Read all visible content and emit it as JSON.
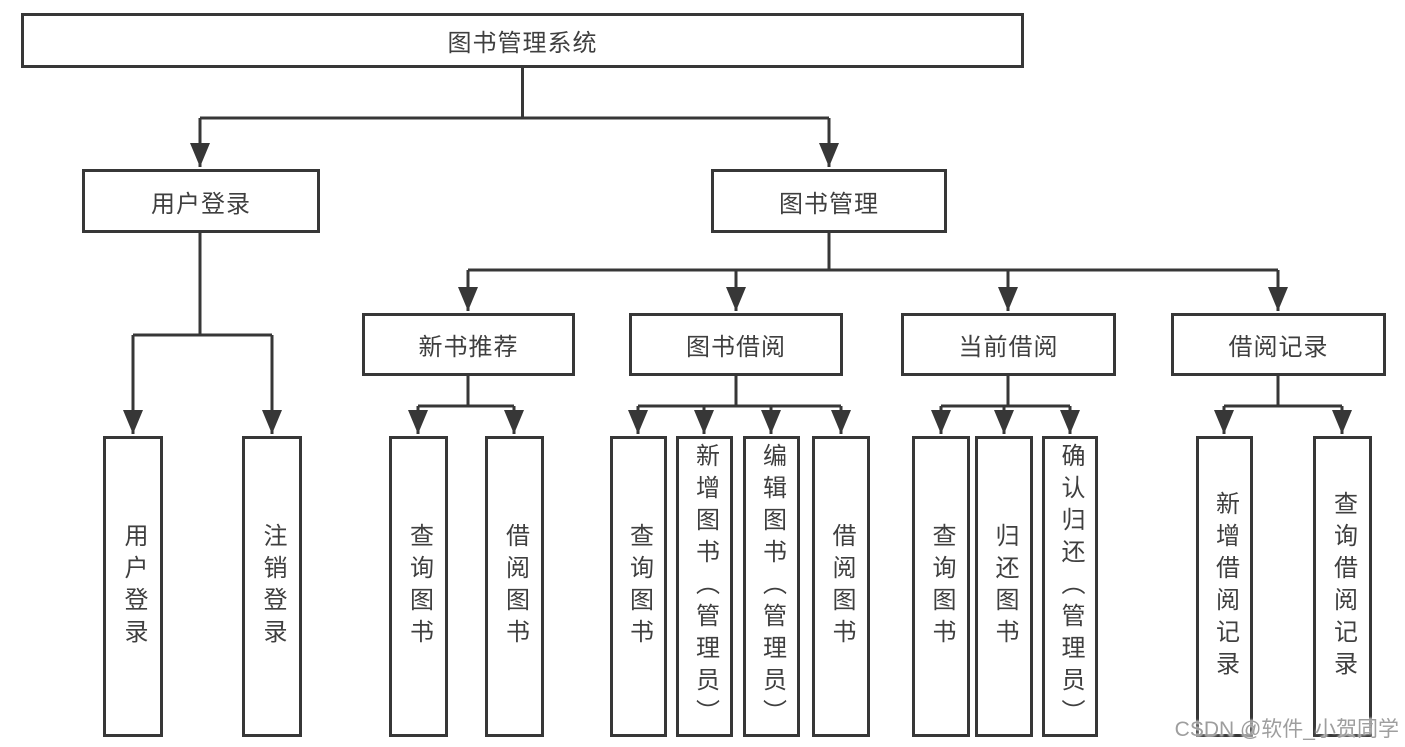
{
  "diagram_type": "hierarchy-tree",
  "tree": {
    "root": {
      "label": "图书管理系统",
      "children": [
        {
          "label": "用户登录",
          "children": [
            {
              "label": "用户登录"
            },
            {
              "label": "注销登录"
            }
          ]
        },
        {
          "label": "图书管理",
          "children": [
            {
              "label": "新书推荐",
              "children": [
                {
                  "label": "查询图书"
                },
                {
                  "label": "借阅图书"
                }
              ]
            },
            {
              "label": "图书借阅",
              "children": [
                {
                  "label": "查询图书"
                },
                {
                  "label": "新增图书（管理员）"
                },
                {
                  "label": "编辑图书（管理员）"
                },
                {
                  "label": "借阅图书"
                }
              ]
            },
            {
              "label": "当前借阅",
              "children": [
                {
                  "label": "查询图书"
                },
                {
                  "label": "归还图书"
                },
                {
                  "label": "确认归还（管理员）"
                }
              ]
            },
            {
              "label": "借阅记录",
              "children": [
                {
                  "label": "新增借阅记录"
                },
                {
                  "label": "查询借阅记录"
                }
              ]
            }
          ]
        }
      ]
    }
  },
  "watermark": {
    "text": "CSDN @软件_小贺同学"
  },
  "colors": {
    "line": "#373737",
    "text": "#3f3f3f",
    "background": "#ffffff",
    "watermark": "#9e9e9e"
  }
}
